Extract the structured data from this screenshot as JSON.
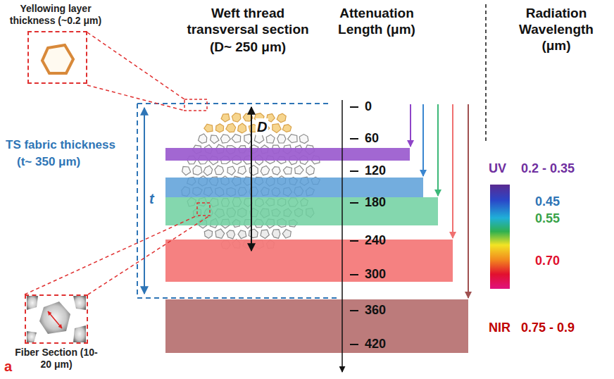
{
  "diagram": {
    "nodes": [
      {
        "text": [
          "Yellowing layer thickness (~0.2 μm)"
        ]
      },
      {
        "text": [
          "Fiber Section (10-20 μm)"
        ]
      }
    ],
    "labels": [
      "Weft thread transversal section",
      "(D~ 250 μm)",
      "Attenuation Length (μm)",
      "Radiation Wavelength (μm)",
      "TS fabric thickness",
      "(t~ 350 μm)",
      "t",
      "D",
      "0",
      "60",
      "120",
      "180",
      "240",
      "300",
      "360",
      "420",
      "UV",
      "0.2 - 0.35",
      "0.45",
      "0.55",
      "0.70",
      "NIR",
      "0.75 - 0.9",
      "a"
    ]
  }
}
